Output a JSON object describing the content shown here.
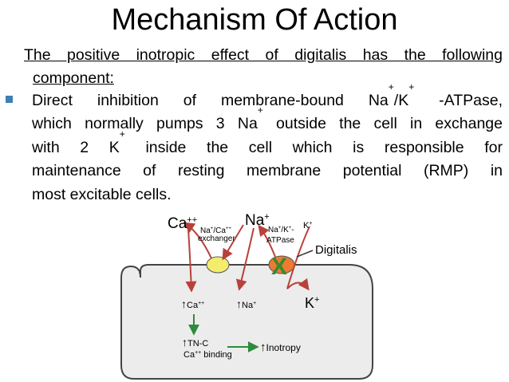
{
  "slide": {
    "title": "Mechanism Of Action",
    "intro_line1": "The positive inotropic effect of digitalis has the following",
    "intro_line2": "component:",
    "bullet_text": {
      "l1a": "Direct inhibition of membrane-bound Na",
      "l1b": "/K",
      "l1c": " -ATPase,",
      "l2a": "which normally pumps 3 Na",
      "l2b": " outside the cell in exchange",
      "l3a": "with 2 K",
      "l3b": " inside the cell which is responsible for",
      "l4": "maintenance of resting membrane potential (RMP) in",
      "l5": "most excitable cells.",
      "plus": "+"
    }
  },
  "diagram": {
    "ca_top": "Ca",
    "ca_top_sup": "++",
    "na_top": "Na",
    "na_top_sup": "+",
    "exchanger_line1": "Na",
    "exchanger_line1_sup1": "+",
    "exchanger_line1_b": "/Ca",
    "exchanger_line1_sup2": "++",
    "exchanger_line2": "exchanger",
    "atpase_line1": "Na",
    "atpase_line1_sup1": "+",
    "atpase_line1_b": "/K",
    "atpase_line1_sup2": "+",
    "atpase_line1_c": "-",
    "atpase_line2": "ATPase",
    "k_top": "K",
    "k_top_sup": "+",
    "digitalis": "Digitalis",
    "ca_inside": "Ca",
    "ca_inside_sup": "++",
    "na_inside": "Na",
    "na_inside_sup": "+",
    "k_inside": "K",
    "k_inside_sup": "+",
    "tnc_line1": "TN-C",
    "tnc_line2": "Ca",
    "tnc_line2_sup": "++",
    "tnc_line2_b": " binding",
    "inotropy": "Inotropy",
    "up_arrow": "↑",
    "block_mark": "X",
    "colors": {
      "exchanger": "#f4ec6c",
      "pump": "#ee7a33",
      "arrow_red": "#b8413b",
      "arrow_green": "#2f8a3c",
      "block": "#3a8a2e",
      "cell_fill": "#ececec",
      "cell_stroke": "#444444"
    }
  }
}
